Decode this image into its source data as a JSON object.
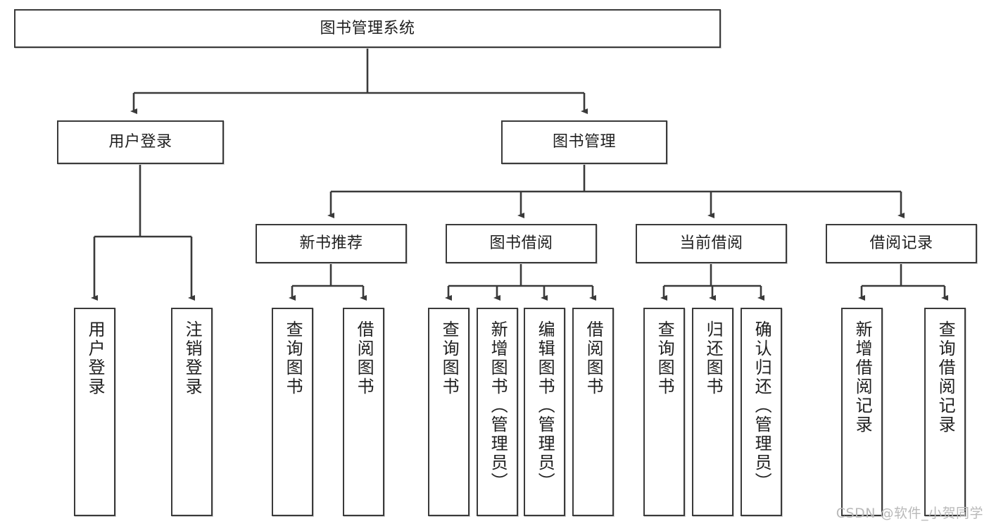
{
  "diagram": {
    "title": "图书管理系统",
    "type": "tree-hierarchy",
    "watermark": "CSDN @软件_小贺同学",
    "line_color": "#3a3a3a",
    "box_fill": "#ffffff",
    "text_color": "#1f1f1f"
  },
  "nodes": {
    "root": {
      "label": "图书管理系统",
      "level": 0
    },
    "level1": [
      {
        "label": "用户登录"
      },
      {
        "label": "图书管理"
      }
    ],
    "level2": [
      {
        "label": "新书推荐"
      },
      {
        "label": "图书借阅"
      },
      {
        "label": "当前借阅"
      },
      {
        "label": "借阅记录"
      }
    ],
    "leaves": {
      "user_login": [
        {
          "label": "用户登录"
        },
        {
          "label": "注销登录"
        }
      ],
      "new_book_recommend": [
        {
          "label": "查询图书"
        },
        {
          "label": "借阅图书"
        }
      ],
      "book_borrow": [
        {
          "label": "查询图书"
        },
        {
          "label": "新增图书（管理员）"
        },
        {
          "label": "编辑图书（管理员）"
        },
        {
          "label": "借阅图书"
        }
      ],
      "current_borrow": [
        {
          "label": "查询图书"
        },
        {
          "label": "归还图书"
        },
        {
          "label": "确认归还（管理员）"
        }
      ],
      "borrow_record": [
        {
          "label": "新增借阅记录"
        },
        {
          "label": "查询借阅记录"
        }
      ]
    }
  }
}
